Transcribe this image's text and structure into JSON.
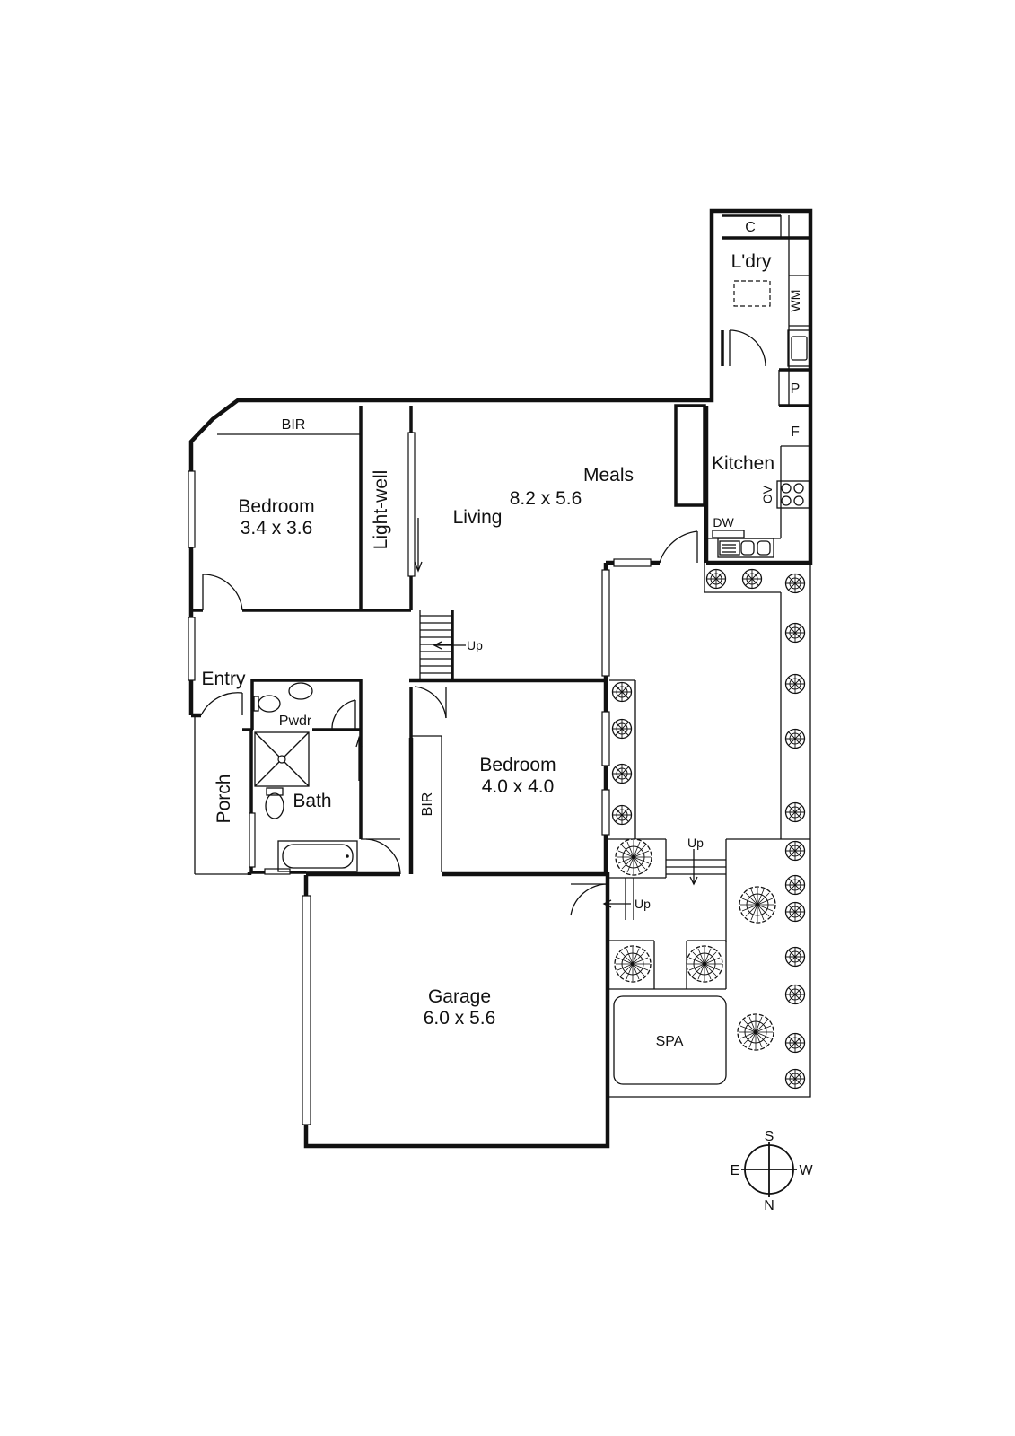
{
  "rooms": {
    "laundry_cupboard": "C",
    "laundry": "L'dry",
    "washing_machine": "WM",
    "pantry": "P",
    "fridge": "F",
    "kitchen": "Kitchen",
    "oven": "OV",
    "dishwasher": "DW",
    "meals": "Meals",
    "living_dims": "8.2 x 5.6",
    "living": "Living",
    "bedroom1": "Bedroom",
    "bedroom1_dims": "3.4 x 3.6",
    "bir1": "BIR",
    "lightwell": "Light-well",
    "stairs_up": "Up",
    "entry": "Entry",
    "powder": "Pwdr",
    "bath": "Bath",
    "porch": "Porch",
    "bedroom2": "Bedroom",
    "bedroom2_dims": "4.0 x 4.0",
    "bir2": "BIR",
    "garage": "Garage",
    "garage_dims": "6.0 x 5.6",
    "courtyard_up_1": "Up",
    "courtyard_up_2": "Up",
    "spa": "SPA"
  },
  "compass": {
    "top": "S",
    "left": "E",
    "right": "W",
    "bottom": "N"
  }
}
